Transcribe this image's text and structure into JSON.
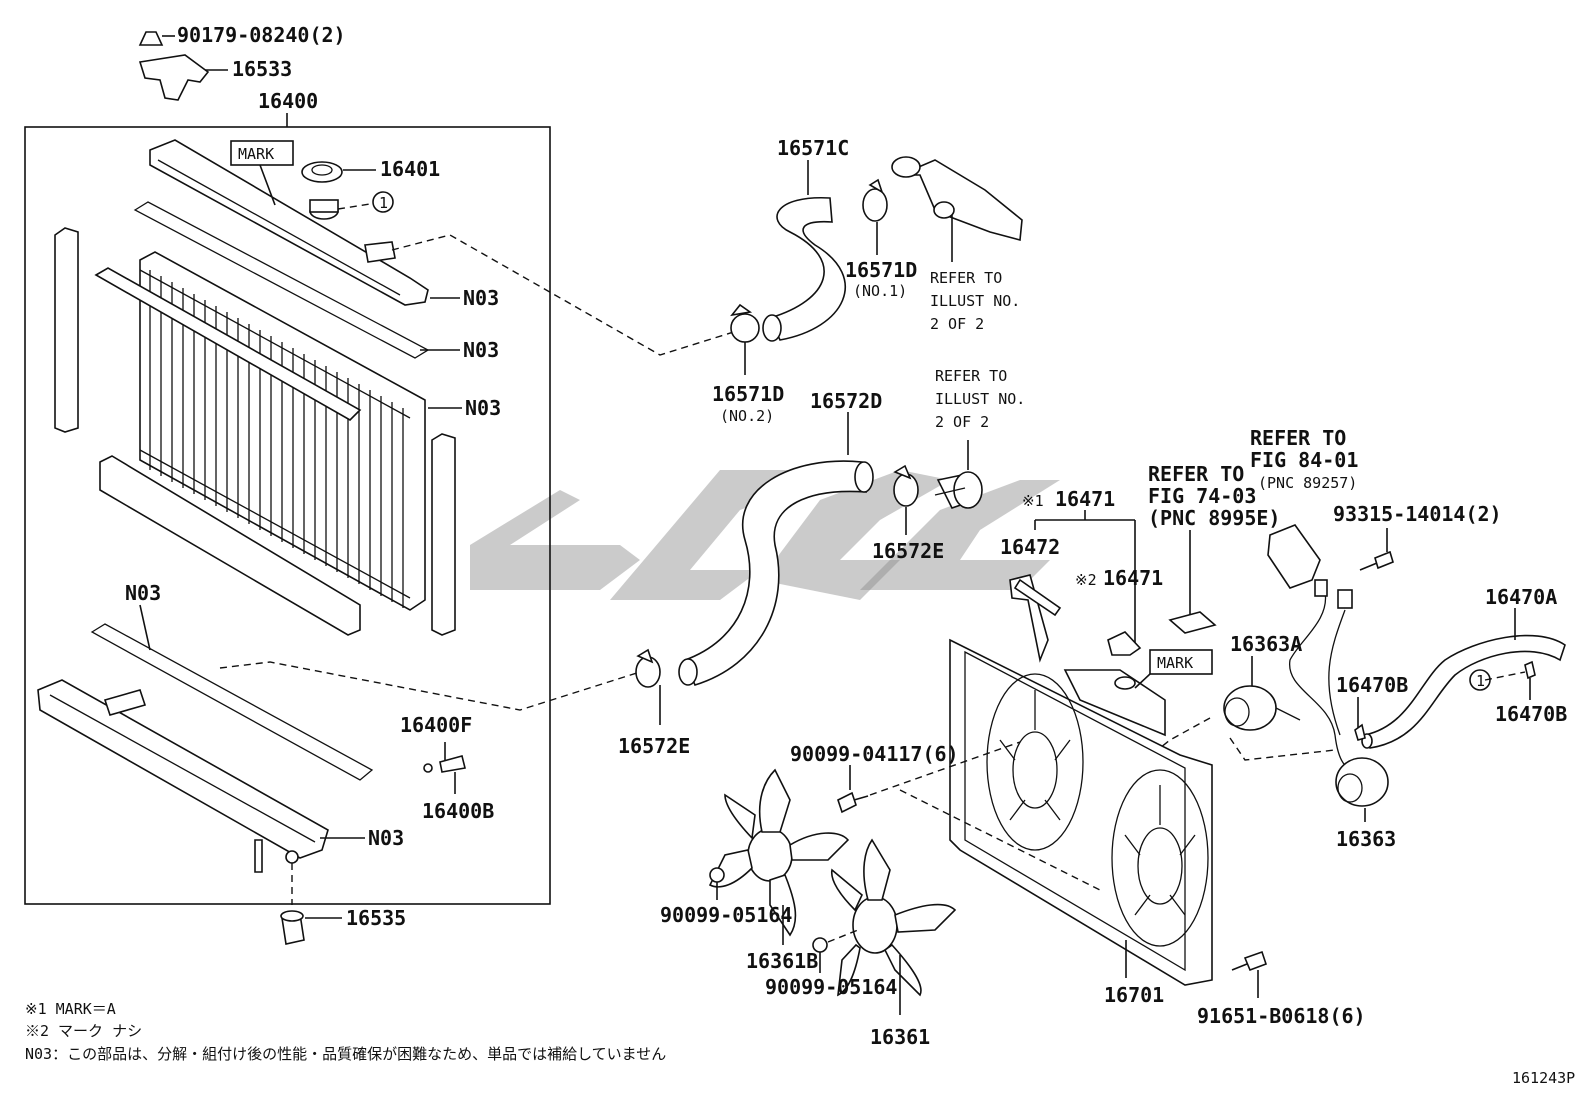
{
  "diagram": {
    "ref_code": "161243P",
    "part_numbers": {
      "p90179": "90179-08240(2)",
      "p16533": "16533",
      "p16400": "16400",
      "p16401": "16401",
      "p16571C": "16571C",
      "p16571D_no1": "16571D",
      "no1": "(NO.1)",
      "p16571D_no2": "16571D",
      "no2": "(NO.2)",
      "p16572D": "16572D",
      "p16572E_top": "16572E",
      "p16572E_bot": "16572E",
      "n03_1": "N03",
      "n03_2": "N03",
      "n03_3": "N03",
      "n03_4": "N03",
      "n03_5": "N03",
      "p16400F": "16400F",
      "p16400B": "16400B",
      "p16535": "16535",
      "p16471_1": "16471",
      "p16471_2": "16471",
      "mark1": "※1",
      "mark2": "※2",
      "p16472": "16472",
      "p16363A": "16363A",
      "p16363": "16363",
      "p16470A": "16470A",
      "p16470B_1": "16470B",
      "p16470B_2": "16470B",
      "p93315": "93315-14014(2)",
      "p90099_04117": "90099-04117(6)",
      "p90099_05164_a": "90099-05164",
      "p90099_05164_b": "90099-05164",
      "p16361B": "16361B",
      "p16361": "16361",
      "p16701": "16701",
      "p91651": "91651-B0618(6)"
    },
    "mark_labels": {
      "radiator_mark": "MARK",
      "fan_mark": "MARK"
    },
    "callout_circle": "1",
    "refer_notes": {
      "r1": [
        "REFER TO",
        "ILLUST NO.",
        "2 OF 2"
      ],
      "r2": [
        "REFER TO",
        "ILLUST NO.",
        "2 OF 2"
      ],
      "r3": [
        "REFER TO",
        "FIG 74-03",
        "(PNC 8995E)"
      ],
      "r4": [
        "REFER TO",
        "FIG 84-01",
        "(PNC 89257)"
      ]
    },
    "footnotes": [
      "※1  MARK＝A",
      "※2  マーク ナシ",
      "N03：この部品は、分解・組付け後の性能・品質確保が困難なため、単品では補給していません"
    ]
  }
}
